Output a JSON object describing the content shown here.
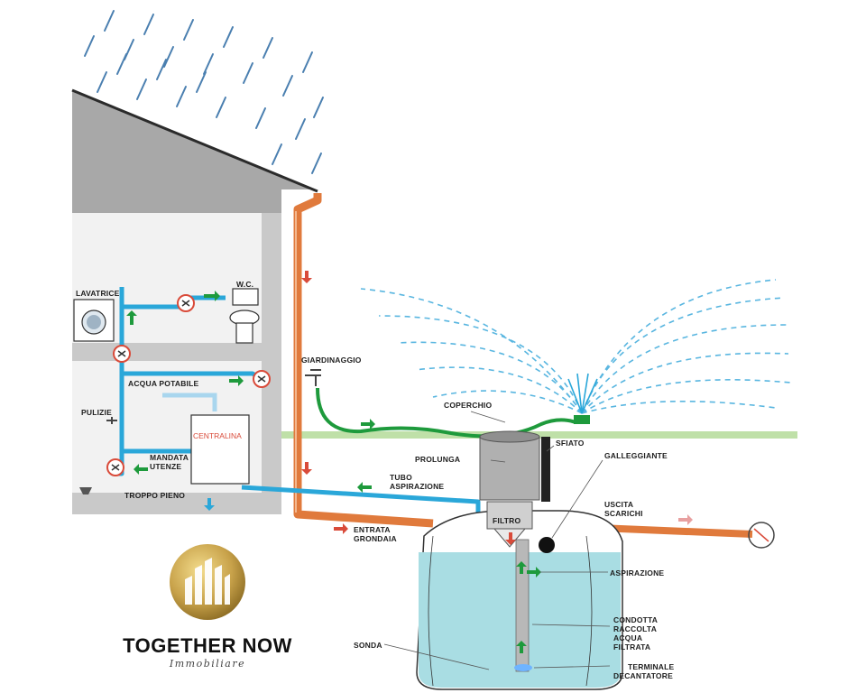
{
  "labels": {
    "lavatrice": "LAVATRICE",
    "wc": "W.C.",
    "acqua_potabile": "ACQUA POTABILE",
    "pulizie": "PULIZIE",
    "centralina": "CENTRALINA",
    "mandata_utenze_1": "MANDATA",
    "mandata_utenze_2": "UTENZE",
    "troppo_pieno": "TROPPO PIENO",
    "giardinaggio": "GIARDINAGGIO",
    "coperchio": "COPERCHIO",
    "prolunga": "PROLUNGA",
    "sfiato": "SFIATO",
    "galleggiante": "GALLEGGIANTE",
    "tubo_aspirazione_1": "TUBO",
    "tubo_aspirazione_2": "ASPIRAZIONE",
    "uscita_scarichi_1": "USCITA",
    "uscita_scarichi_2": "SCARICHI",
    "entrata_grondaia_1": "ENTRATA",
    "entrata_grondaia_2": "GRONDAIA",
    "filtro": "FILTRO",
    "aspirazione": "ASPIRAZIONE",
    "condotta_1": "CONDOTTA",
    "condotta_2": "RACCOLTA",
    "condotta_3": "ACQUA",
    "condotta_4": "FILTRATA",
    "sonda": "SONDA",
    "terminale_1": "TERMINALE",
    "terminale_2": "DECANTATORE"
  },
  "brand": {
    "name": "TOGETHER NOW",
    "subtitle": "Immobiliare"
  },
  "colors": {
    "water_pipe": "#2aa7d9",
    "downpipe": "#e07a3c",
    "hose": "#1e9a3c",
    "tank_water": "#a9dde3",
    "house_wall": "#c9c9c9",
    "roof": "#a8a8a8",
    "arrow_green": "#1e9a3c",
    "arrow_red": "#d94b3a",
    "gold": "#c8a24a"
  },
  "icons": [
    "rain-icon",
    "washing-machine-icon",
    "toilet-icon",
    "faucet-icon",
    "valve-icon",
    "sprinkler-icon",
    "float-ball-icon",
    "building-logo-icon"
  ]
}
